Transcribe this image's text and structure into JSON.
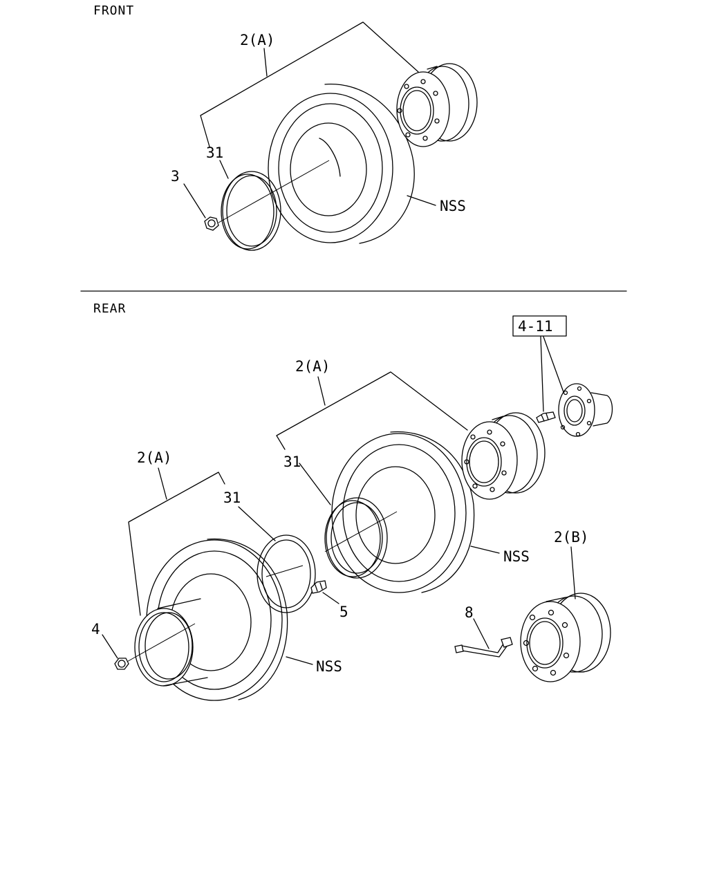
{
  "sections": {
    "front": "FRONT",
    "rear": "REAR"
  },
  "labels": {
    "front_2a": "2(A)",
    "front_31": "31",
    "front_3": "3",
    "front_nss": "NSS",
    "rear_ref_box": "4-11",
    "rear_inner_2a": "2(A)",
    "rear_inner_31": "31",
    "rear_inner_nss": "NSS",
    "rear_outer_2a": "2(A)",
    "rear_outer_31": "31",
    "rear_4": "4",
    "rear_5": "5",
    "rear_outer_nss": "NSS",
    "rear_2b": "2(B)",
    "rear_8": "8"
  }
}
